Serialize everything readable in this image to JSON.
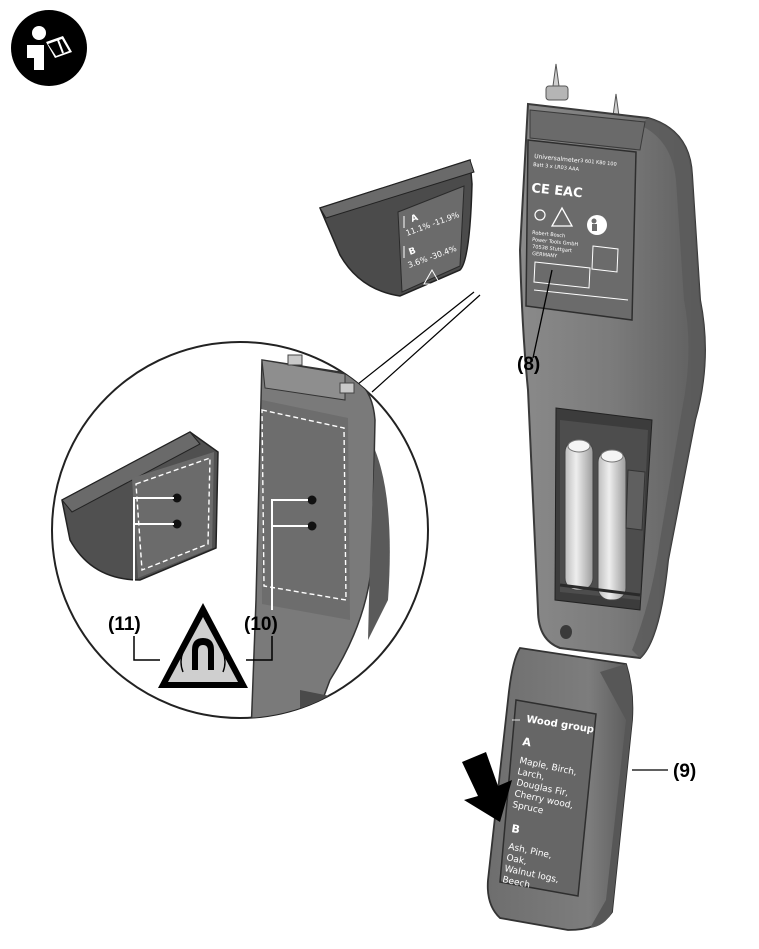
{
  "callouts": {
    "c8": "(8)",
    "c9": "(9)",
    "c10": "(10)",
    "c11": "(11)"
  },
  "rear_label": {
    "line1": "Universalmeter",
    "line2": "3 601 K80 100",
    "line3": "Batt 3 x LR03 AAA",
    "marks": "CE EAC",
    "maker1": "Robert Bosch",
    "maker2": "Power Tools GmbH",
    "maker3": "70538 Stuttgart",
    "maker4": "GERMANY"
  },
  "sensor_cap": {
    "a_label": "A",
    "a_range": "11.1% -11.9%",
    "b_label": "B",
    "b_range": "3.6% -30.4%"
  },
  "battery_cover": {
    "title": "Wood group",
    "a_label": "A",
    "a_line1": "Maple, Birch,",
    "a_line2": "Larch,",
    "a_line3": "Douglas Fir,",
    "a_line4": "Cherry wood,",
    "a_line5": "Spruce",
    "b_label": "B",
    "b_line1": "Ash, Pine,",
    "b_line2": "Oak,",
    "b_line3": "Walnut logs,",
    "b_line4": "Beech"
  },
  "icons": {
    "manual": "read-manual-icon",
    "magnet": "magnetic-field-warning-icon",
    "arrow": "push-down-arrow"
  },
  "colors": {
    "housing": "#7a7a7a",
    "housing_dark": "#4a4a4a",
    "housing_light": "#9a9a9a",
    "cap": "#5a5a5a",
    "ink": "#000000",
    "warning_fill": "#cfcfcf"
  }
}
